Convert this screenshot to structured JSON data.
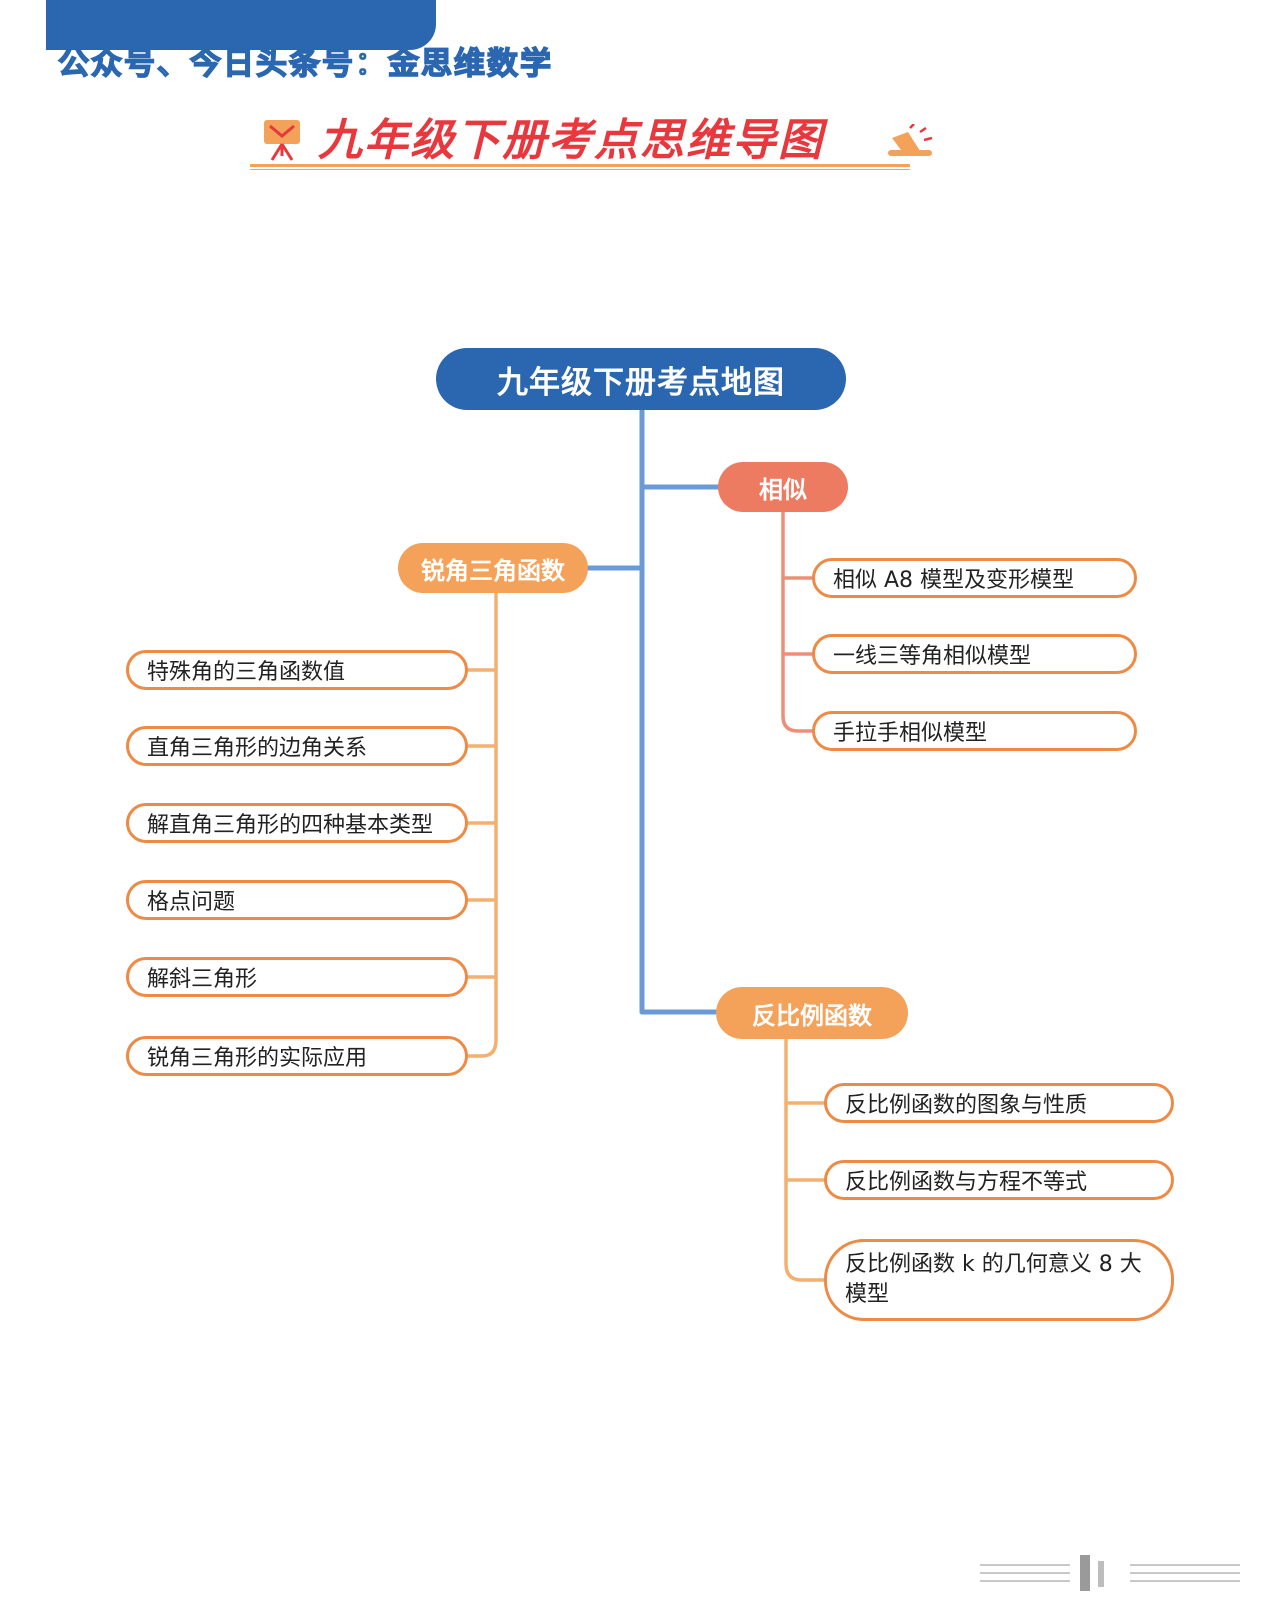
{
  "watermark": "公众号、今日头条号：金思维数学",
  "title": "九年级下册考点思维导图",
  "mindmap": {
    "root": "九年级下册考点地图",
    "branches": [
      {
        "label": "相似",
        "items": [
          "相似 A8 模型及变形模型",
          "一线三等角相似模型",
          "手拉手相似模型"
        ]
      },
      {
        "label": "锐角三角函数",
        "items": [
          "特殊角的三角函数值",
          "直角三角形的边角关系",
          "解直角三角形的四种基本类型",
          "格点问题",
          "解斜三角形",
          "锐角三角形的实际应用"
        ]
      },
      {
        "label": "反比例函数",
        "items": [
          "反比例函数的图象与性质",
          "反比例函数与方程不等式",
          "反比例函数 k 的几何意义 8 大模型"
        ]
      }
    ]
  },
  "colors": {
    "primary": "#2a67b0",
    "similar": "#ed7b62",
    "orange": "#f4a259",
    "title_red": "#e8383d"
  }
}
